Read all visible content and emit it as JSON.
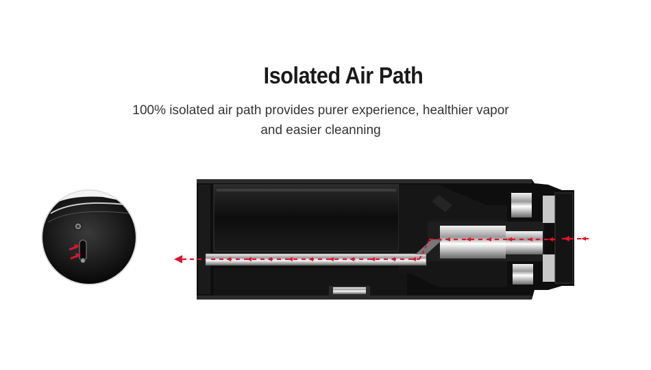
{
  "heading": {
    "title": "Isolated Air Path",
    "description_line1": "100% isolated air path provides purer experience, healthier vapor",
    "description_line2": "and easier cleanning"
  },
  "illustration": {
    "airflow_arrow_color": "#e3122c",
    "device_body_color": "#111111"
  }
}
